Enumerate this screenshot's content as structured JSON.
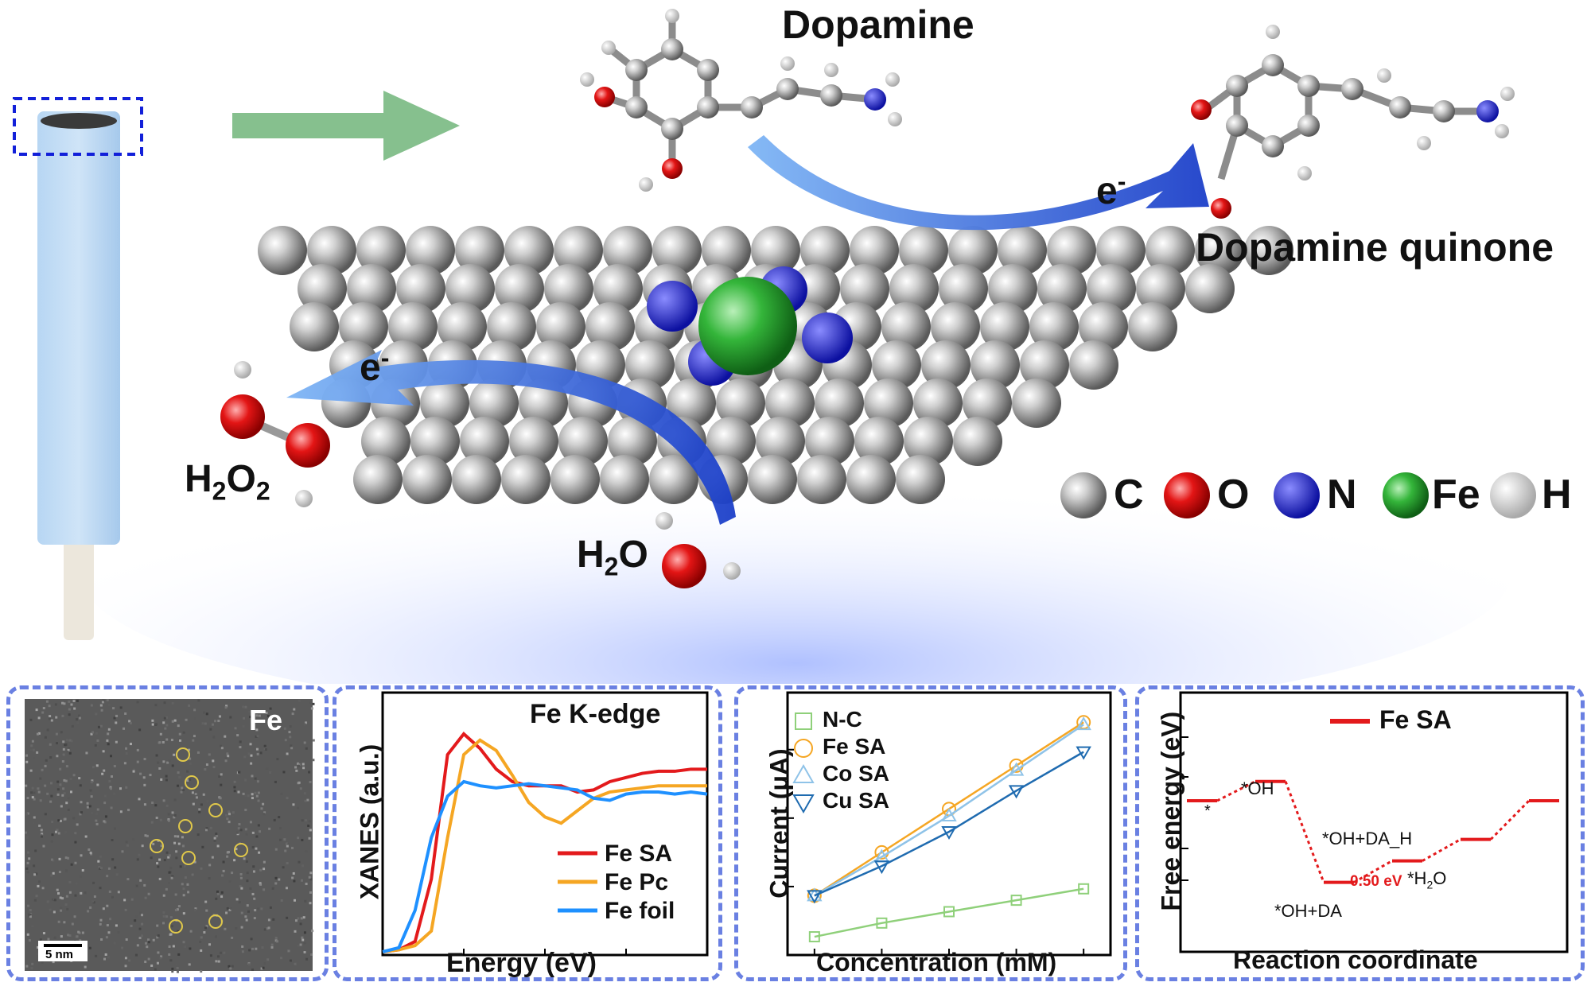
{
  "top": {
    "dopamine_label": "Dopamine",
    "quinone_label": "Dopamine quinone",
    "h2o2_main": "H",
    "h2o2_sub1": "2",
    "h2o2_o": "O",
    "h2o2_sub2": "2",
    "h2o_main": "H",
    "h2o_sub": "2",
    "h2o_o": "O",
    "electron_main": "e",
    "electron_sup": "-"
  },
  "legend": {
    "items": [
      {
        "symbol": "C",
        "color": "#808080"
      },
      {
        "symbol": "O",
        "color": "#e01010"
      },
      {
        "symbol": "N",
        "color": "#1a22d8"
      },
      {
        "symbol": "Fe",
        "color": "#1f9a2c"
      },
      {
        "symbol": "H",
        "color": "#f4f4f4"
      }
    ]
  },
  "panels": {
    "tem": {
      "element": "Fe",
      "scale": "5 nm"
    },
    "xanes": {
      "title": "Fe K-edge",
      "xlabel": "Energy (eV)",
      "ylabel": "XANES (a.u.)",
      "legend": [
        {
          "name": "Fe SA",
          "color": "#e31a1c"
        },
        {
          "name": "Fe Pc",
          "color": "#f5a623"
        },
        {
          "name": "Fe foil",
          "color": "#1e90ff"
        }
      ]
    },
    "current": {
      "xlabel": "Concentration (mM)",
      "ylabel": "Current (μA)",
      "legend": [
        {
          "name": "N-C",
          "color": "#8fd07a"
        },
        {
          "name": "Fe SA",
          "color": "#f5a623"
        },
        {
          "name": "Co SA",
          "color": "#8fc3e8"
        },
        {
          "name": "Cu SA",
          "color": "#1f6bb0"
        }
      ]
    },
    "energy": {
      "xlabel": "Reaction coordinate",
      "ylabel": "Free energy (eV)",
      "legend": "Fe SA",
      "states": [
        "*",
        "*OH",
        "*OH+DA",
        "*OH+DA_H",
        "*H",
        "2",
        "O"
      ],
      "barrier": "0.50 eV"
    }
  },
  "chart_data": [
    {
      "type": "line",
      "title": "Fe K-edge",
      "xlabel": "Energy (eV)",
      "ylabel": "XANES (a.u.)",
      "x": [
        0,
        5,
        10,
        15,
        20,
        25,
        30,
        35,
        40,
        45,
        50,
        55,
        60,
        65,
        70,
        75,
        80,
        85,
        90,
        95,
        100
      ],
      "series": [
        {
          "name": "Fe SA",
          "values": [
            0.0,
            0.01,
            0.05,
            0.35,
            0.95,
            1.05,
            0.98,
            0.88,
            0.82,
            0.8,
            0.8,
            0.8,
            0.77,
            0.78,
            0.82,
            0.84,
            0.86,
            0.87,
            0.87,
            0.88,
            0.88
          ]
        },
        {
          "name": "Fe Pc",
          "values": [
            0.0,
            0.01,
            0.03,
            0.1,
            0.55,
            0.95,
            1.02,
            0.97,
            0.85,
            0.72,
            0.65,
            0.62,
            0.68,
            0.74,
            0.77,
            0.78,
            0.79,
            0.8,
            0.8,
            0.8,
            0.8
          ]
        },
        {
          "name": "Fe foil",
          "values": [
            0.0,
            0.02,
            0.2,
            0.55,
            0.75,
            0.82,
            0.8,
            0.79,
            0.8,
            0.81,
            0.8,
            0.79,
            0.78,
            0.74,
            0.73,
            0.76,
            0.77,
            0.77,
            0.76,
            0.77,
            0.76
          ]
        }
      ]
    },
    {
      "type": "scatter",
      "xlabel": "Concentration (mM)",
      "ylabel": "Current (μA)",
      "x": [
        1,
        2,
        3,
        4,
        5
      ],
      "series": [
        {
          "name": "N-C",
          "values": [
            0.8,
            1.4,
            1.9,
            2.4,
            2.9
          ]
        },
        {
          "name": "Fe SA",
          "values": [
            2.6,
            4.5,
            6.4,
            8.3,
            10.2
          ]
        },
        {
          "name": "Co SA",
          "values": [
            2.6,
            4.3,
            6.1,
            8.1,
            10.1
          ]
        },
        {
          "name": "Cu SA",
          "values": [
            2.6,
            3.9,
            5.4,
            7.2,
            8.9
          ]
        }
      ]
    },
    {
      "type": "line",
      "xlabel": "Reaction coordinate",
      "ylabel": "Free energy (eV)",
      "series": [
        {
          "name": "Fe SA",
          "steps": [
            "*",
            "*OH",
            "*OH+DA",
            "*OH+DA_H",
            "*H2O",
            "*"
          ],
          "values": [
            0.0,
            0.45,
            -1.9,
            -1.4,
            -0.9,
            0.0
          ]
        }
      ]
    }
  ]
}
